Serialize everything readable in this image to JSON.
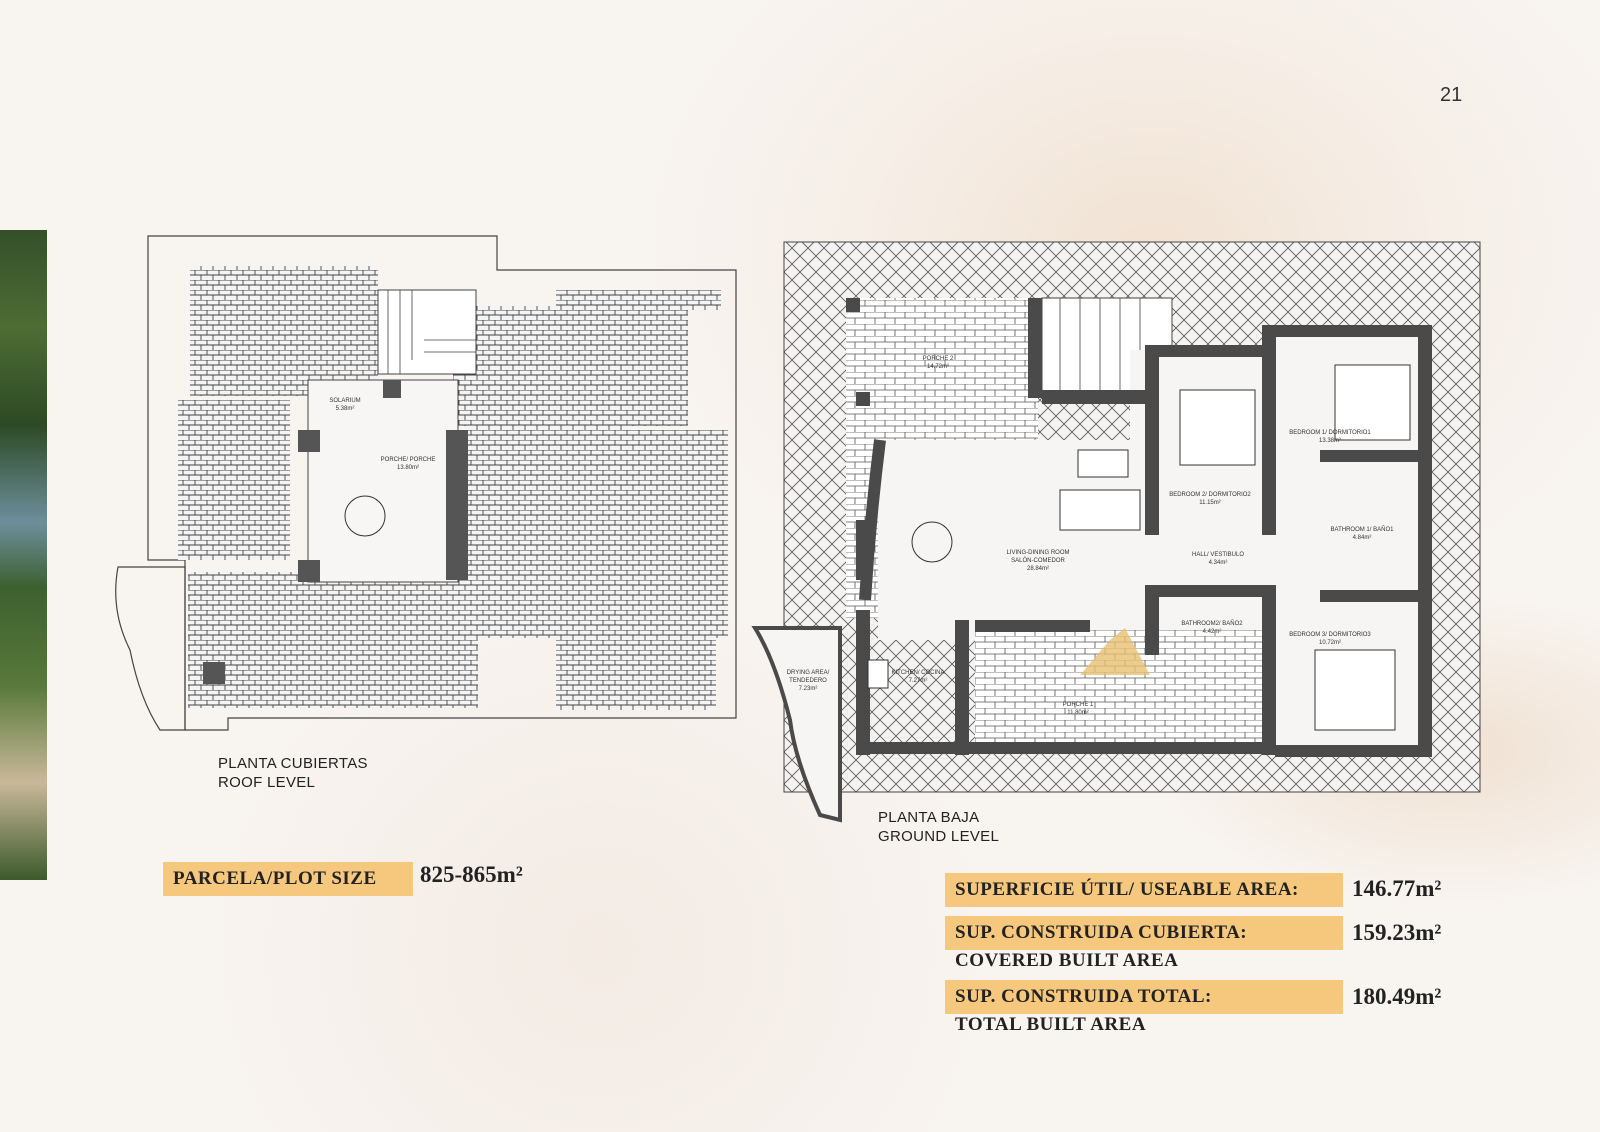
{
  "page_number": "21",
  "roof_plan": {
    "label_es": "PLANTA CUBIERTAS",
    "label_en": "ROOF LEVEL",
    "rooms": [
      {
        "name": "SOLARIUM",
        "area": "5.38m²"
      },
      {
        "name": "PORCHE/ PORCHE",
        "area": "13.80m²"
      }
    ]
  },
  "ground_plan": {
    "label_es": "PLANTA BAJA",
    "label_en": "GROUND LEVEL",
    "rooms": [
      {
        "name": "PORCHE 2",
        "area": "14.72m²"
      },
      {
        "name": "LIVING-DINING ROOM",
        "name2": "SALÓN-COMEDOR",
        "area": "28.84m²"
      },
      {
        "name": "BEDROOM 2/ DORMITORIO2",
        "area": "11.15m²"
      },
      {
        "name": "BEDROOM 1/ DORMITORIO1",
        "area": "13.38m²"
      },
      {
        "name": "HALL/ VESTIBULO",
        "area": "4.34m²"
      },
      {
        "name": "BATHROOM 1/ BAÑO1",
        "area": "4.84m²"
      },
      {
        "name": "BATHROOM2/ BAÑO2",
        "area": "4.42m²"
      },
      {
        "name": "BEDROOM 3/ DORMITORIO3",
        "area": "10.72m²"
      },
      {
        "name": "KITCHEN/ COCINA",
        "area": "7.27m²"
      },
      {
        "name": "DRYING AREA/",
        "name2": "TENDEDERO",
        "area": "7.23m²"
      },
      {
        "name": "PORCHE 1",
        "area": "11.80m²"
      }
    ]
  },
  "plot": {
    "label": "PARCELA/PLOT SIZE",
    "value": "825-865m²"
  },
  "areas": [
    {
      "label": "SUPERFICIE ÚTIL/ USEABLE AREA:",
      "sub": "",
      "value": "146.77m²"
    },
    {
      "label": "SUP. CONSTRUIDA CUBIERTA:",
      "sub": "COVERED BUILT AREA",
      "value": "159.23m²"
    },
    {
      "label": "SUP. CONSTRUIDA TOTAL:",
      "sub": "TOTAL BUILT AREA",
      "value": "180.49m²"
    }
  ],
  "colors": {
    "highlight": "#f5c87e",
    "walls": "#4a4a4a"
  }
}
